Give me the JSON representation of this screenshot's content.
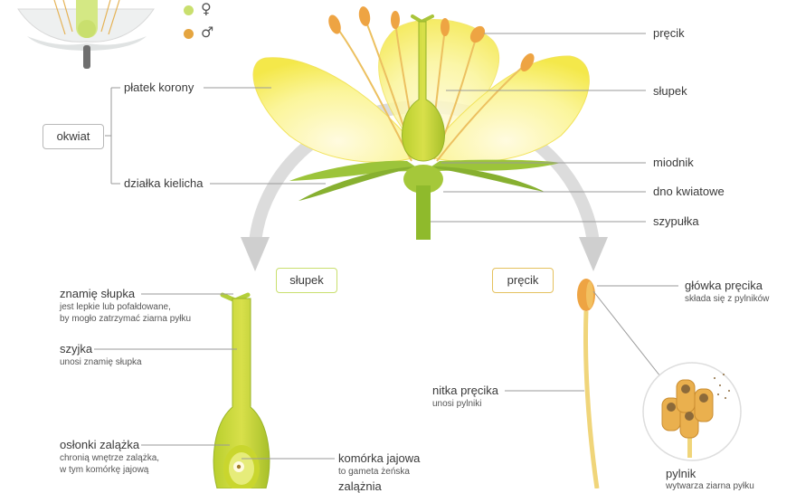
{
  "colors": {
    "female": "#c9df6e",
    "male": "#e5a540",
    "petal": "#f6ee6a",
    "stem": "#8fba2c",
    "line": "#9a9a9a",
    "arrow": "#d6d6d6"
  },
  "legend": {
    "female_symbol": "♀",
    "male_symbol": "♂"
  },
  "flower": {
    "stamen": "pręcik",
    "pistil": "słupek",
    "nectary": "miodnik",
    "receptacle": "dno kwiatowe",
    "pedicel": "szypułka",
    "petal": "płatek korony",
    "sepal": "działka kielicha",
    "perianth": "okwiat"
  },
  "section_tags": {
    "pistil": "słupek",
    "stamen": "pręcik"
  },
  "pistil_detail": {
    "stigma": {
      "title": "znamię słupka",
      "desc": [
        "jest lepkie lub pofałdowane,",
        "by mogło zatrzymać ziarna pyłku"
      ]
    },
    "style": {
      "title": "szyjka",
      "desc": [
        "unosi znamię słupka"
      ]
    },
    "integuments": {
      "title": "osłonki zalążka",
      "desc": [
        "chronią wnętrze zalążka,",
        "w tym komórkę jajową"
      ]
    },
    "egg_cell": {
      "title": "komórka jajowa",
      "desc": [
        "to gameta żeńska"
      ]
    },
    "ovary": {
      "title": "zalążnia"
    }
  },
  "stamen_detail": {
    "anther": {
      "title": "główka pręcika",
      "desc": [
        "składa się z pylników"
      ]
    },
    "filament": {
      "title": "nitka pręcika",
      "desc": [
        "unosi pylniki"
      ]
    },
    "pollen_sac": {
      "title": "pylnik",
      "desc": [
        "wytwarza ziarna pyłku"
      ]
    }
  }
}
